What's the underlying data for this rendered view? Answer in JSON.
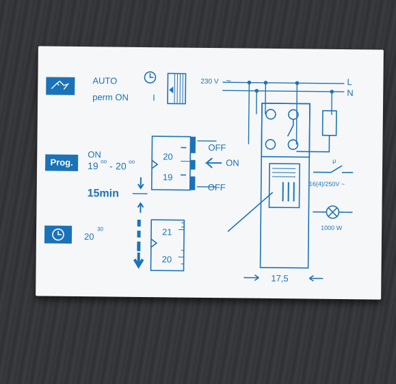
{
  "mode": {
    "auto": "AUTO",
    "perm_on": "perm ON",
    "selector_i": "I"
  },
  "program": {
    "badge": "Prog.",
    "on": "ON",
    "time_start": "19",
    "time_sep": "-",
    "time_end": "20",
    "sup_start": "oo",
    "sup_end": "oo",
    "duration": "15min"
  },
  "dial_top": {
    "upper": "20",
    "lower": "19",
    "off_top": "OFF",
    "on": "ON",
    "off_bottom": "OFF"
  },
  "clock_set": {
    "hour": "20",
    "minutes": "30"
  },
  "dial_bottom": {
    "upper": "21",
    "lower": "20"
  },
  "wiring": {
    "voltage": "230 V",
    "tilde": "~",
    "line_l": "L",
    "line_n": "N",
    "contact_rating": "16(4)/250V ~",
    "mu": "μ",
    "lamp_rating": "1000 W",
    "width": "17,5"
  },
  "colors": {
    "ink": "#1a73b8",
    "paper": "#f6f7f8"
  }
}
